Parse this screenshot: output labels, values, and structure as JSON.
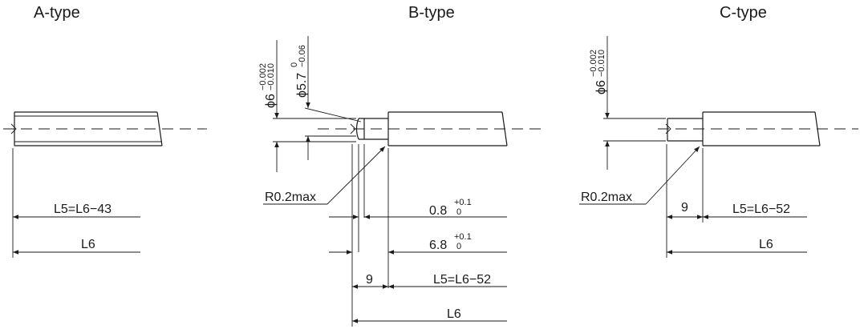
{
  "titles": {
    "a": "A-type",
    "b": "B-type",
    "c": "C-type"
  },
  "a_type": {
    "l5_label": "L5=L6−43",
    "l6_label": "L6"
  },
  "b_type": {
    "dia6_base": "ϕ6",
    "dia6_tol_upper": "−0.002",
    "dia6_tol_lower": "−0.010",
    "dia57_base": "ϕ5.7",
    "dia57_tol_upper": "0",
    "dia57_tol_lower": "−0.06",
    "radius_label": "R0.2max",
    "dim08_base": "0.8",
    "dim08_tol_upper": "+0.1",
    "dim08_tol_lower": "0",
    "dim68_base": "6.8",
    "dim68_tol_upper": "+0.1",
    "dim68_tol_lower": "0",
    "dim9": "9",
    "l5_label": "L5=L6−52",
    "l6_label": "L6"
  },
  "c_type": {
    "dia6_base": "ϕ6",
    "dia6_tol_upper": "−0.002",
    "dia6_tol_lower": "−0.010",
    "radius_label": "R0.2max",
    "dim9": "9",
    "l5_label": "L5=L6−52",
    "l6_label": "L6"
  }
}
